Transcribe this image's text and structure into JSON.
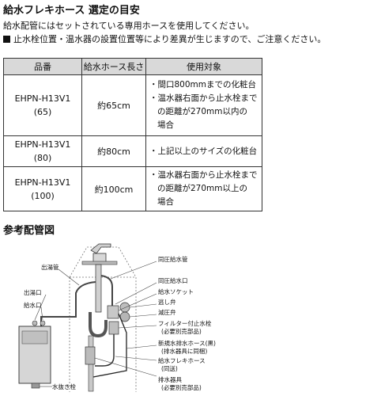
{
  "header": {
    "title": "給水フレキホース 選定の目安",
    "note1": "給水配管にはセットされている専用ホースを使用してください。",
    "note2": "止水栓位置・温水器の設置位置等により差異が生じますので、ご注意ください。"
  },
  "table": {
    "columns": [
      "品番",
      "給水ホース長さ",
      "使用対象"
    ],
    "rows": [
      {
        "code": "EHPN-H13V1",
        "variant": "(65)",
        "length": "約65cm",
        "usage": [
          "・間口800mmまでの化粧台",
          "・温水器右面から止水栓まで",
          "の距離が270mm以内の",
          "場合"
        ]
      },
      {
        "code": "EHPN-H13V1",
        "variant": "(80)",
        "length": "約80cm",
        "usage": [
          "・上記以上のサイズの化粧台"
        ]
      },
      {
        "code": "EHPN-H13V1",
        "variant": "(100)",
        "length": "約100cm",
        "usage": [
          "・温水器右面から止水栓まで",
          "の距離が270mm以上の",
          "場合"
        ]
      }
    ]
  },
  "diagram": {
    "title": "参考配管図",
    "labels": {
      "outlet_pipe": "出湯管",
      "outlet": "出湯口",
      "water_inlet": "給水口",
      "drain_plug": "水抜き栓",
      "same_pressure_pipe": "同圧給水管",
      "same_pressure_inlet": "同圧給水口",
      "supply_socket": "給水ソケット",
      "relief_valve": "逃し弁",
      "pressure_reducing_valve": "減圧弁",
      "filter_valve": "フィルター付止水栓",
      "filter_valve_note": "(必要別売部品)",
      "drain_hose": "新規水排水ホース(黒)",
      "drain_hose_note": "(排水器具に同梱)",
      "flexible_hose": "給水フレキホース",
      "flexible_hose_note": "(同送)",
      "drain_fixture": "排水器具",
      "drain_fixture_note": "(必要別売部品)"
    }
  }
}
